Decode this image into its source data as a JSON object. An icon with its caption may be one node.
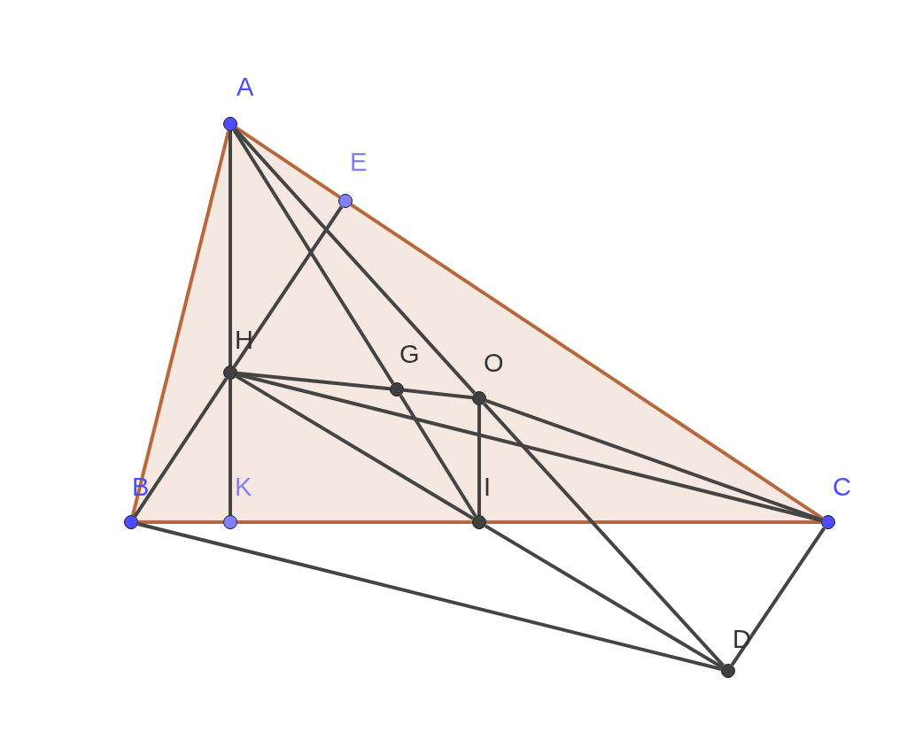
{
  "diagram": {
    "nodes": [
      {
        "text": [],
        "shape": "circle",
        "beside": [
          "A"
        ]
      },
      {
        "text": [],
        "shape": "circle",
        "beside": [
          "E"
        ]
      },
      {
        "text": [],
        "shape": "circle",
        "beside": [
          "H"
        ]
      },
      {
        "text": [],
        "shape": "circle",
        "beside": [
          "G"
        ]
      },
      {
        "text": [],
        "shape": "circle",
        "beside": [
          "O"
        ]
      },
      {
        "text": [],
        "shape": "circle",
        "beside": [
          "B"
        ]
      },
      {
        "text": [],
        "shape": "circle",
        "beside": [
          "K"
        ]
      },
      {
        "text": [],
        "shape": "circle",
        "beside": [
          "I"
        ]
      },
      {
        "text": [],
        "shape": "circle",
        "beside": [
          "C"
        ]
      },
      {
        "text": [],
        "shape": "circle",
        "beside": [
          "D"
        ]
      }
    ],
    "edges": [
      {
        "from": 0,
        "to": 5,
        "arrow": "none",
        "color": "#b8683f"
      },
      {
        "from": 0,
        "to": 1,
        "arrow": "none",
        "color": "#b8683f"
      },
      {
        "from": 1,
        "to": 8,
        "arrow": "none",
        "color": "#b8683f"
      },
      {
        "from": 5,
        "to": 6,
        "arrow": "none",
        "color": "#b8683f"
      },
      {
        "from": 6,
        "to": 7,
        "arrow": "none",
        "color": "#b8683f"
      },
      {
        "from": 7,
        "to": 8,
        "arrow": "none",
        "color": "#b8683f"
      },
      {
        "from": 0,
        "to": 2,
        "arrow": "none"
      },
      {
        "from": 2,
        "to": 6,
        "arrow": "none"
      },
      {
        "from": 1,
        "to": 2,
        "arrow": "none"
      },
      {
        "from": 2,
        "to": 5,
        "arrow": "none"
      },
      {
        "from": 0,
        "to": 3,
        "arrow": "none"
      },
      {
        "from": 3,
        "to": 7,
        "arrow": "none"
      },
      {
        "from": 0,
        "to": 4,
        "arrow": "none"
      },
      {
        "from": 4,
        "to": 9,
        "arrow": "none"
      },
      {
        "from": 2,
        "to": 3,
        "arrow": "none"
      },
      {
        "from": 3,
        "to": 4,
        "arrow": "none"
      },
      {
        "from": 2,
        "to": 8,
        "arrow": "none"
      },
      {
        "from": 2,
        "to": 7,
        "arrow": "none"
      },
      {
        "from": 7,
        "to": 9,
        "arrow": "none"
      },
      {
        "from": 4,
        "to": 7,
        "arrow": "none"
      },
      {
        "from": 4,
        "to": 8,
        "arrow": "none"
      },
      {
        "from": 5,
        "to": 9,
        "arrow": "none"
      },
      {
        "from": 8,
        "to": 9,
        "arrow": "none"
      }
    ]
  }
}
